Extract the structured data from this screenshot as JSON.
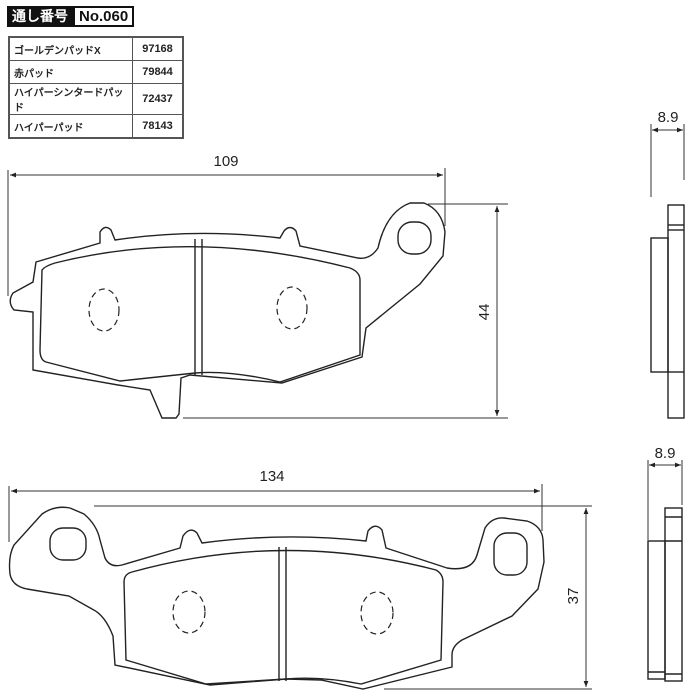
{
  "header": {
    "label": "通し番号",
    "number": "No.060"
  },
  "products": [
    {
      "name": "ゴールデンパッドX",
      "code": "97168"
    },
    {
      "name": "赤パッド",
      "code": "79844"
    },
    {
      "name": "ハイパーシンタードパッド",
      "code": "72437"
    },
    {
      "name": "ハイパーパッド",
      "code": "78143"
    }
  ],
  "pad_front": {
    "width_label": "109",
    "height_label": "44",
    "thickness_label": "8.9"
  },
  "pad_rear": {
    "width_label": "134",
    "height_label": "37",
    "thickness_label": "8.9"
  }
}
